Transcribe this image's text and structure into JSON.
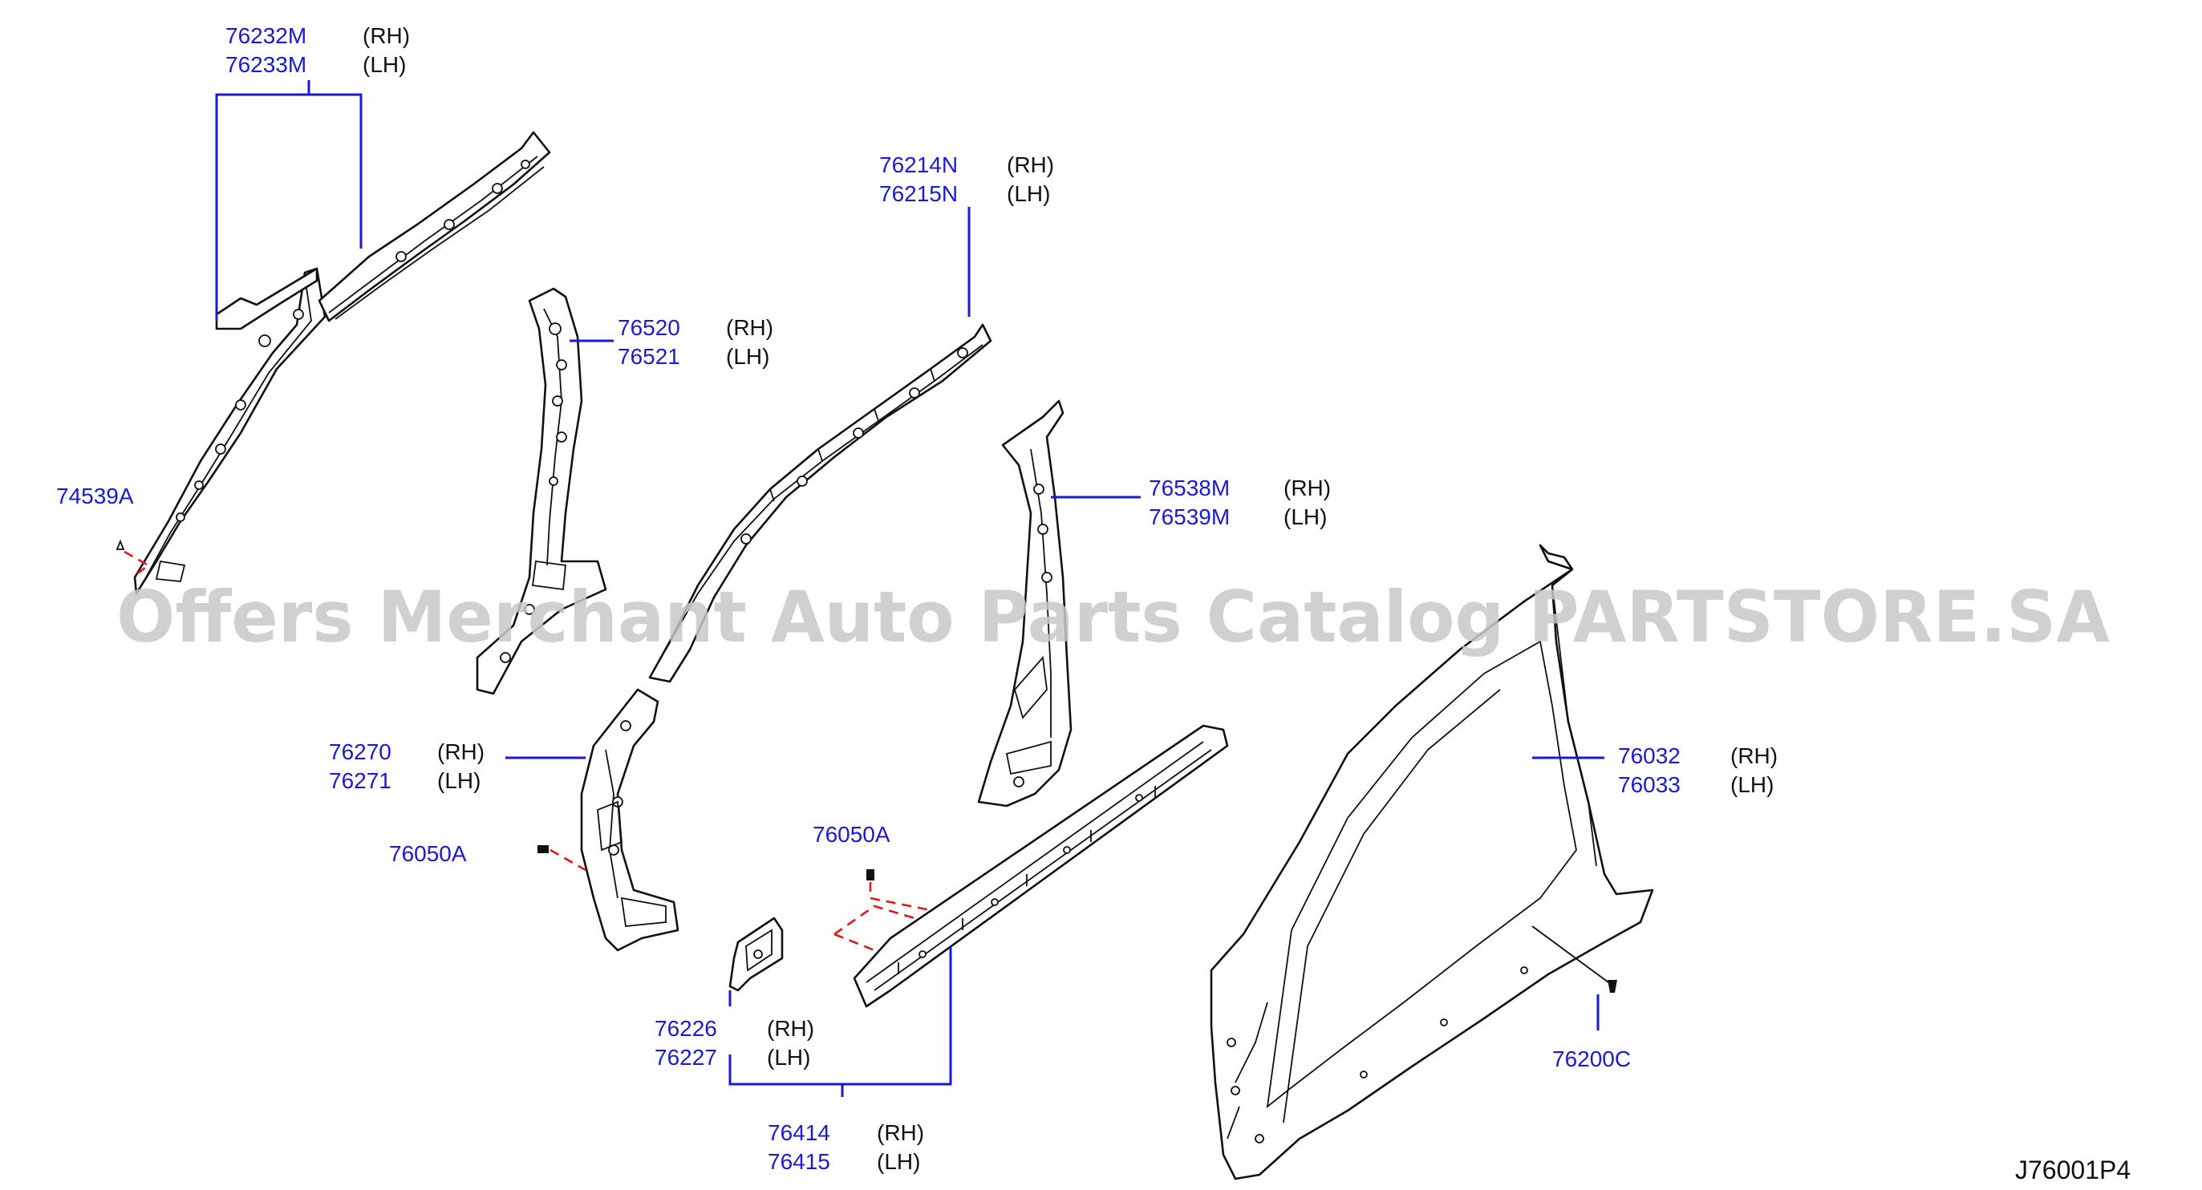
{
  "labels": {
    "p76232": {
      "rh": "76232M",
      "lh": "76233M"
    },
    "p76520": {
      "rh": "76520",
      "lh": "76521"
    },
    "p76214": {
      "rh": "76214N",
      "lh": "76215N"
    },
    "p76538": {
      "rh": "76538M",
      "lh": "76539M"
    },
    "p76270": {
      "rh": "76270",
      "lh": "76271"
    },
    "p76032": {
      "rh": "76032",
      "lh": "76033"
    },
    "p76226": {
      "rh": "76226",
      "lh": "76227"
    },
    "p76414": {
      "rh": "76414",
      "lh": "76415"
    },
    "single_74539A": "74539A",
    "single_76050A_left": "76050A",
    "single_76050A_mid": "76050A",
    "single_76200C": "76200C"
  },
  "side_rh": "(RH)",
  "side_lh": "(LH)",
  "watermark": "Offers Merchant Auto Parts Catalog PARTSTORE.SA",
  "diagram_code": "J76001P4",
  "colors": {
    "label": "#1a1ad6",
    "fastener_line": "#e01818",
    "watermark": "#c8c8c8"
  }
}
